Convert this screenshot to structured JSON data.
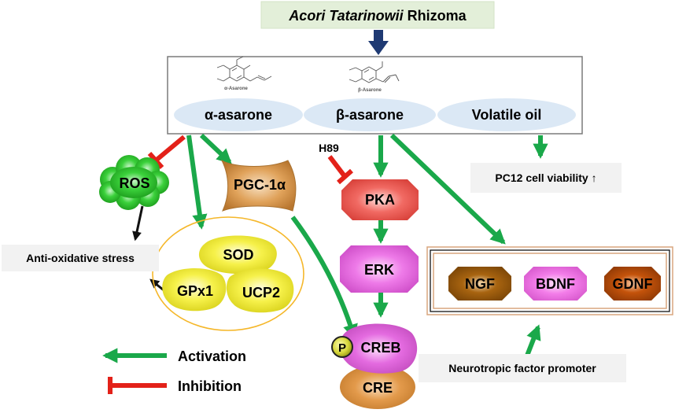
{
  "source": {
    "italic": "Acori Tatarinowii",
    "rest": " Rhizoma"
  },
  "compounds": {
    "alpha": {
      "label": "α-asarone",
      "structure_caption": "α-Asarone"
    },
    "beta": {
      "label": "β-asarone",
      "structure_caption": "β-Asarone"
    },
    "oil": {
      "label": "Volatile oil"
    }
  },
  "nodes": {
    "ros": "ROS",
    "pgc": "PGC-1α",
    "h89": "H89",
    "pka": "PKA",
    "erk": "ERK",
    "creb": "CREB",
    "phospho": "P",
    "cre": "CRE",
    "sod": "SOD",
    "gpx1": "GPx1",
    "ucp2": "UCP2",
    "ngf": "NGF",
    "bdnf": "BDNF",
    "gdnf": "GDNF"
  },
  "outcomes": {
    "pc12": "PC12 cell viability ↑",
    "antiox": "Anti-oxidative stress",
    "promoter": "Neurotropic factor promoter"
  },
  "legend": {
    "activation": "Activation",
    "inhibition": "Inhibition"
  },
  "colors": {
    "activation": "#1aa84a",
    "inhibition": "#e32119",
    "source_bg": "#e3efd9",
    "source_arrow": "#1f3a73",
    "compound_ellipse": "#dbe8f5",
    "ros": "#3bd13b",
    "pgc": "#e0a25a",
    "pka": "#f16a63",
    "erk": "#ee7ae8",
    "creb": "#e46be0",
    "cre": "#e39a4b",
    "enzymes": "#f6f14a",
    "ngf": "#a86410",
    "bdnf": "#f37de9",
    "gdnf": "#c4530b"
  }
}
